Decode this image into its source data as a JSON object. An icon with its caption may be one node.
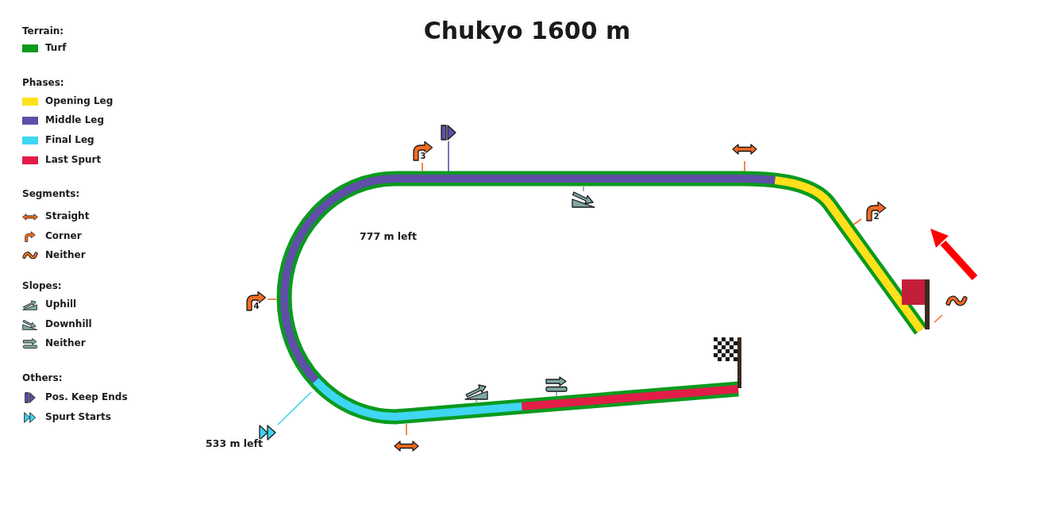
{
  "diagram": {
    "title": "Chukyo 1600 m",
    "labels": [
      "Terrain:",
      "Phases:",
      "Segments:",
      "Slopes:",
      "Others:",
      "3",
      "2",
      "777 m left",
      "4",
      "533 m left"
    ],
    "legend": [
      {
        "text": "Turf",
        "color": "#0a9a1e"
      },
      {
        "text": "Opening Leg",
        "color": "#ffe01b"
      },
      {
        "text": "Middle Leg",
        "color": "#5f4fa8"
      },
      {
        "text": "Final Leg",
        "color": "#3fd6f2"
      },
      {
        "text": "Last Spurt",
        "color": "#e21d48"
      },
      {
        "text": "Straight"
      },
      {
        "text": "Corner"
      },
      {
        "text": "Neither"
      },
      {
        "text": "Uphill"
      },
      {
        "text": "Downhill"
      },
      {
        "text": "Neither"
      },
      {
        "text": "Pos. Keep Ends"
      },
      {
        "text": "Spurt Starts"
      }
    ]
  }
}
